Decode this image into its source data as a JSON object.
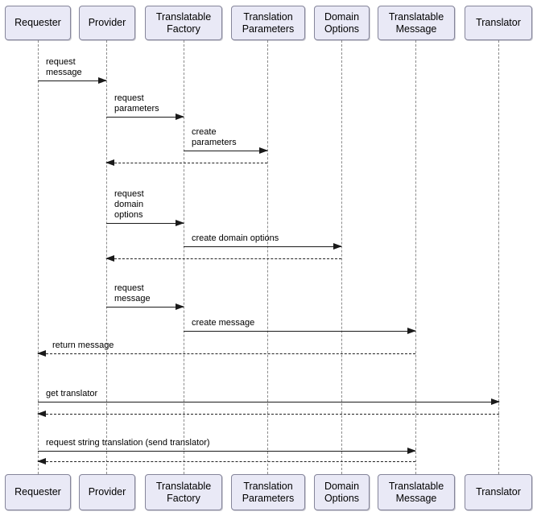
{
  "diagram": {
    "type": "uml-sequence",
    "participants": [
      {
        "label": "Requester"
      },
      {
        "label": "Provider"
      },
      {
        "label": "Translatable Factory"
      },
      {
        "label": "Translation Parameters"
      },
      {
        "label": "Domain Options"
      },
      {
        "label": "Translatable Message"
      },
      {
        "label": "Translator"
      }
    ],
    "messages": [
      {
        "label": "request message",
        "from": "Requester",
        "to": "Provider",
        "type": "solid"
      },
      {
        "label": "request parameters",
        "from": "Provider",
        "to": "Translatable Factory",
        "type": "solid"
      },
      {
        "label": "create parameters",
        "from": "Translatable Factory",
        "to": "Translation Parameters",
        "type": "solid"
      },
      {
        "label": "",
        "from": "Translation Parameters",
        "to": "Provider",
        "type": "dashed-return"
      },
      {
        "label": "request domain options",
        "from": "Provider",
        "to": "Translatable Factory",
        "type": "solid"
      },
      {
        "label": "create domain options",
        "from": "Translatable Factory",
        "to": "Domain Options",
        "type": "solid"
      },
      {
        "label": "",
        "from": "Domain Options",
        "to": "Provider",
        "type": "dashed-return"
      },
      {
        "label": "request message",
        "from": "Provider",
        "to": "Translatable Factory",
        "type": "solid"
      },
      {
        "label": "create message",
        "from": "Translatable Factory",
        "to": "Translatable Message",
        "type": "solid"
      },
      {
        "label": "return message",
        "from": "Translatable Message",
        "to": "Requester",
        "type": "dashed-return"
      },
      {
        "label": "get translator",
        "from": "Requester",
        "to": "Translator",
        "type": "solid"
      },
      {
        "label": "",
        "from": "Translator",
        "to": "Requester",
        "type": "dashed-return"
      },
      {
        "label": "request string translation (send translator)",
        "from": "Requester",
        "to": "Translatable Message",
        "type": "solid"
      },
      {
        "label": "",
        "from": "Translatable Message",
        "to": "Requester",
        "type": "dashed-return"
      }
    ],
    "colors": {
      "participant_fill": "#E9E9F6",
      "participant_border": "#85859A",
      "lifeline": "#8A8A8A",
      "arrow": "#1A1A1A",
      "text": "#000000",
      "background": "#FFFFFF"
    }
  }
}
